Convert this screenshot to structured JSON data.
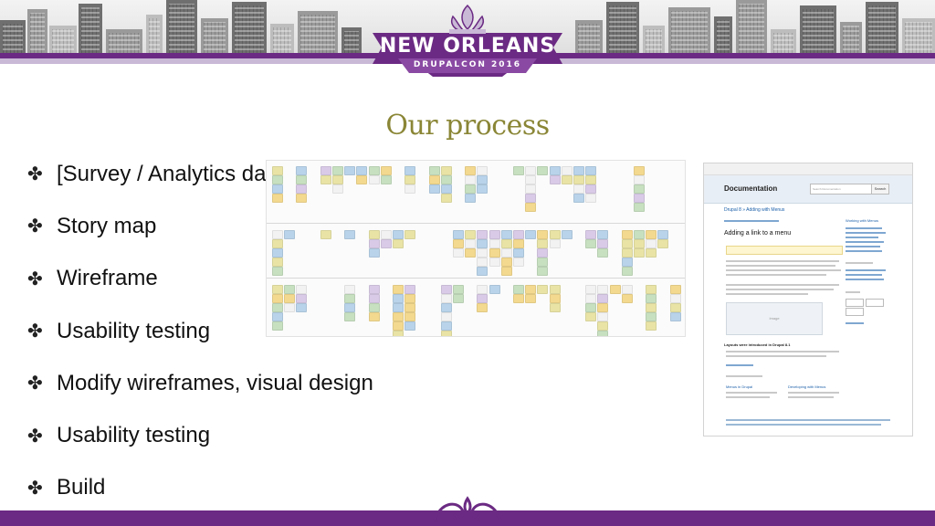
{
  "brand": {
    "logo_title": "NEW ORLEANS",
    "logo_subtitle": "DRUPALCON 2016",
    "colors": {
      "purple": "#6b2a83",
      "lavender": "#c9b8d6",
      "title_olive": "#8a8636"
    }
  },
  "slide": {
    "title": "Our process",
    "bullet_icon": "fleur-cross-icon",
    "bullet_glyph": "✤",
    "bullets": [
      "[Survey / Analytics data]",
      "Story map",
      "Wireframe",
      "Usability testing",
      "Modify wireframes, visual design",
      "Usability testing",
      "Build"
    ]
  },
  "doc_mockup": {
    "header_title": "Documentation",
    "search_placeholder": "Search Documentation",
    "search_button": "Search",
    "breadcrumb": "Drupal 8 » Adding with Menus",
    "page_heading": "Adding a link to a menu",
    "image_label": "Image",
    "sidebar_title": "Working with Menus",
    "section_heading": "Layouts were introduced in Drupal 8.1",
    "card_left_title": "Menus in Drupal",
    "card_right_title": "Developing with Menus"
  }
}
